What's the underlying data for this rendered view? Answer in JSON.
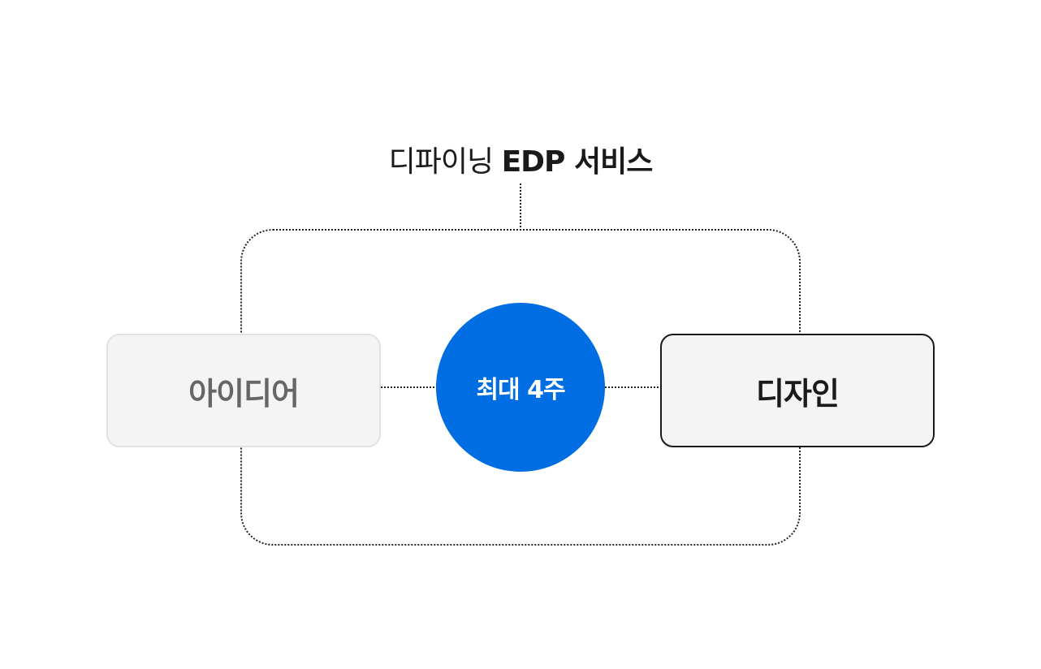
{
  "title": {
    "regular": "디파이닝",
    "bold": "EDP 서비스"
  },
  "nodes": {
    "left": {
      "label": "아이디어"
    },
    "center": {
      "label": "최대 4주"
    },
    "right": {
      "label": "디자인"
    }
  },
  "colors": {
    "accent": "#006de3",
    "text_dark": "#1a1a1a",
    "text_muted": "#666666",
    "box_fill": "#f4f4f4",
    "border_light": "#e2e2e2"
  }
}
